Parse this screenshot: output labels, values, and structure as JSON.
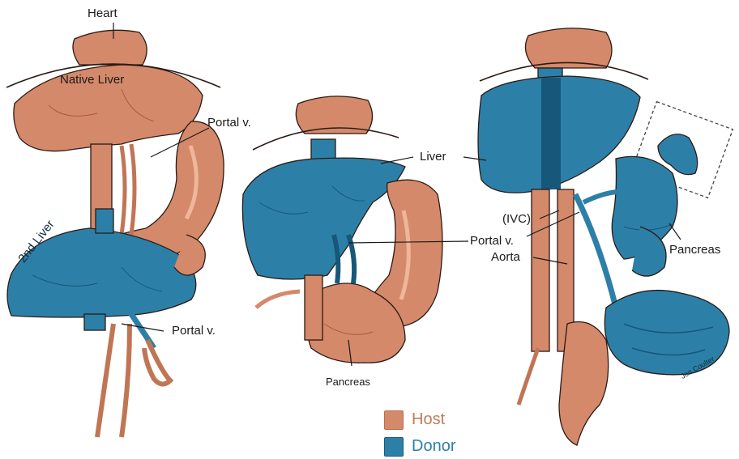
{
  "labels": {
    "heart": "Heart",
    "native_liver": "Native Liver",
    "portal_v_1": "Portal v.",
    "second_liver": "2nd Liver",
    "portal_v_2": "Portal v.",
    "liver": "Liver",
    "portal_v_3": "Portal v.",
    "pancreas_center": "Pancreas",
    "ivc": "(IVC)",
    "aorta": "Aorta",
    "pancreas_right": "Pancreas",
    "signature": "Jon Coulter"
  },
  "legend": {
    "items": [
      {
        "label": "Host",
        "color": "#d4896a"
      },
      {
        "label": "Donor",
        "color": "#2c80a8"
      }
    ]
  },
  "colors": {
    "host": "#d4896a",
    "host_dark": "#a8593d",
    "host_light": "#eeb69a",
    "donor": "#2c80a8",
    "donor_dark": "#17577a",
    "donor_light": "#5aa6c8",
    "outline": "#2a1a14"
  }
}
